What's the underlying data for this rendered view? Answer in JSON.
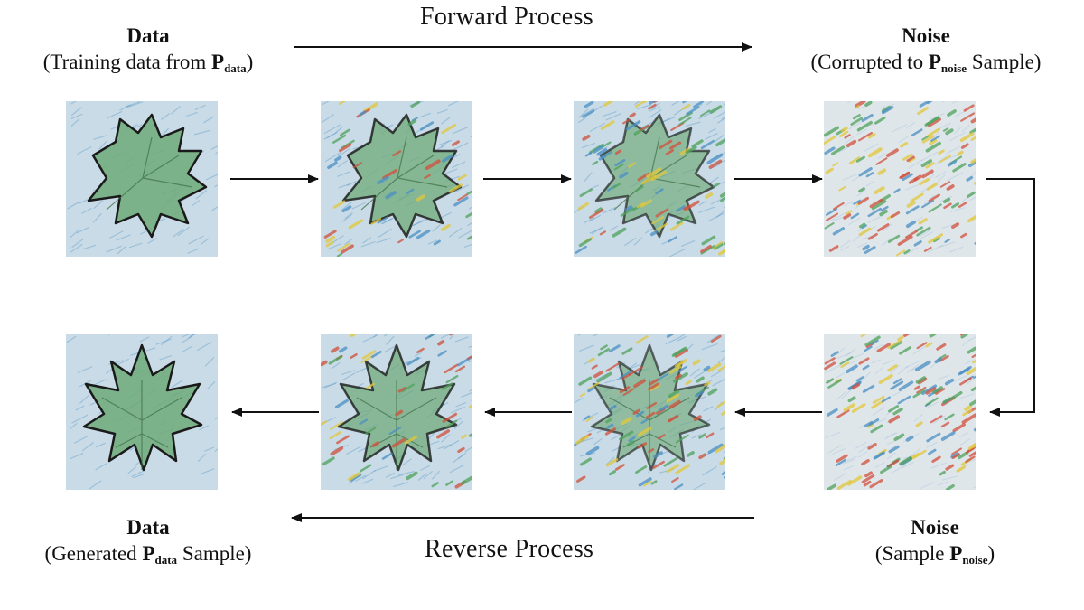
{
  "top_left": {
    "title": "Data",
    "sub_before": "(Training data from ",
    "sub_symbol": "P",
    "sub_subscript": "data",
    "sub_after": ")"
  },
  "top_right": {
    "title": "Noise",
    "sub_before": "(Corrupted to ",
    "sub_symbol": "P",
    "sub_subscript": "noise",
    "sub_after": " Sample)"
  },
  "bottom_left": {
    "title": "Data",
    "sub_before": "(Generated ",
    "sub_symbol": "P",
    "sub_subscript": "data",
    "sub_after": " Sample)"
  },
  "bottom_right": {
    "title": "Noise",
    "sub_before": "(Sample ",
    "sub_symbol": "P",
    "sub_subscript": "noise",
    "sub_after": ")"
  },
  "forward_label": "Forward Process",
  "reverse_label": "Reverse Process",
  "colors": {
    "arrow": "#111111",
    "paper_blue": "#c9dbe6",
    "leaf_green": "#6faa78",
    "outline": "#1a1a1a",
    "speck_red": "#d2503c",
    "speck_yellow": "#e2c83a",
    "speck_green": "#4fa25c",
    "speck_blue": "#4a8fc4"
  },
  "tiles": [
    {
      "name": "tile-data-clean",
      "leaf": "oak",
      "noise": 0.0
    },
    {
      "name": "tile-forward-step-1",
      "leaf": "oak",
      "noise": 0.35
    },
    {
      "name": "tile-forward-step-2",
      "leaf": "oak",
      "noise": 0.65
    },
    {
      "name": "tile-noise-top",
      "leaf": "none",
      "noise": 1.0
    },
    {
      "name": "tile-noise-bottom",
      "leaf": "none",
      "noise": 1.0
    },
    {
      "name": "tile-reverse-step-1",
      "leaf": "maple",
      "noise": 0.75
    },
    {
      "name": "tile-reverse-step-2",
      "leaf": "maple",
      "noise": 0.4
    },
    {
      "name": "tile-data-generated",
      "leaf": "maple",
      "noise": 0.0
    }
  ]
}
